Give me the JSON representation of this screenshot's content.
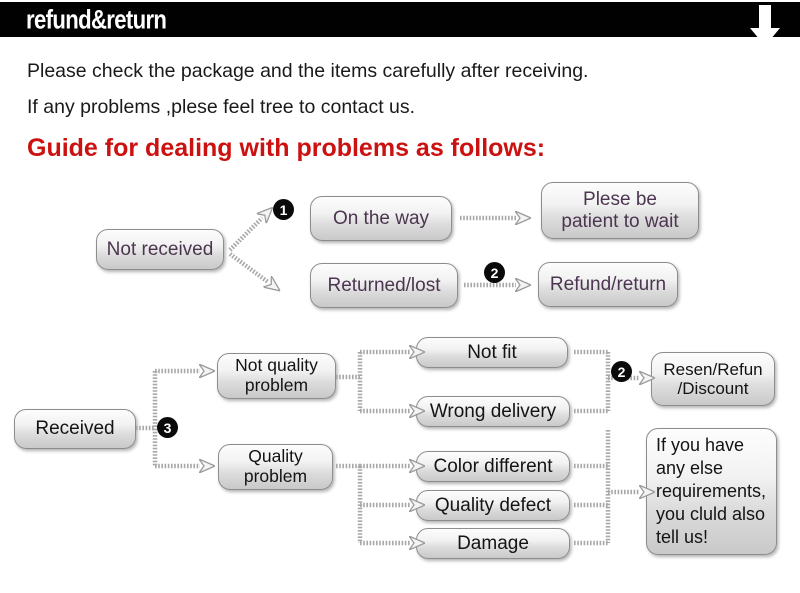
{
  "header": {
    "title": "refund&return",
    "arrow_icon": "down-arrow-icon",
    "background_color": "#010101",
    "text_color": "#ffffff"
  },
  "intro": {
    "line1": "Please check the package and the items carefully after receiving.",
    "line2": "If any problems ,plese feel tree to contact us.",
    "guide_heading": "Guide for dealing with problems as follows:",
    "guide_color": "#cc1111"
  },
  "flow_top": {
    "source": "Not received",
    "branches": [
      {
        "badge": "1",
        "from": "On the way",
        "to": "Plese be\npatient to wait"
      },
      {
        "badge": "2",
        "from": "Returned/lost",
        "to": "Refund/return"
      }
    ]
  },
  "flow_bottom": {
    "source": "Received",
    "badge_source": "3",
    "badge_merge": "2",
    "categories": [
      {
        "label": "Not quality\nproblem",
        "items": [
          "Not fit",
          "Wrong delivery"
        ]
      },
      {
        "label": "Quality\nproblem",
        "items": [
          "Color different",
          "Quality defect",
          "Damage"
        ]
      }
    ],
    "outcomes": [
      "Resen/Refun\n/Discount",
      "If you have\nany else\nrequirements,\nyou cluld also\ntell us!"
    ]
  },
  "style": {
    "box_border": "#8d8d8d",
    "box_text_purple": "#4c3550",
    "box_text_dark": "#141414",
    "connector_color": "#a8a8a8",
    "badge_bg": "#0a0a0a"
  }
}
